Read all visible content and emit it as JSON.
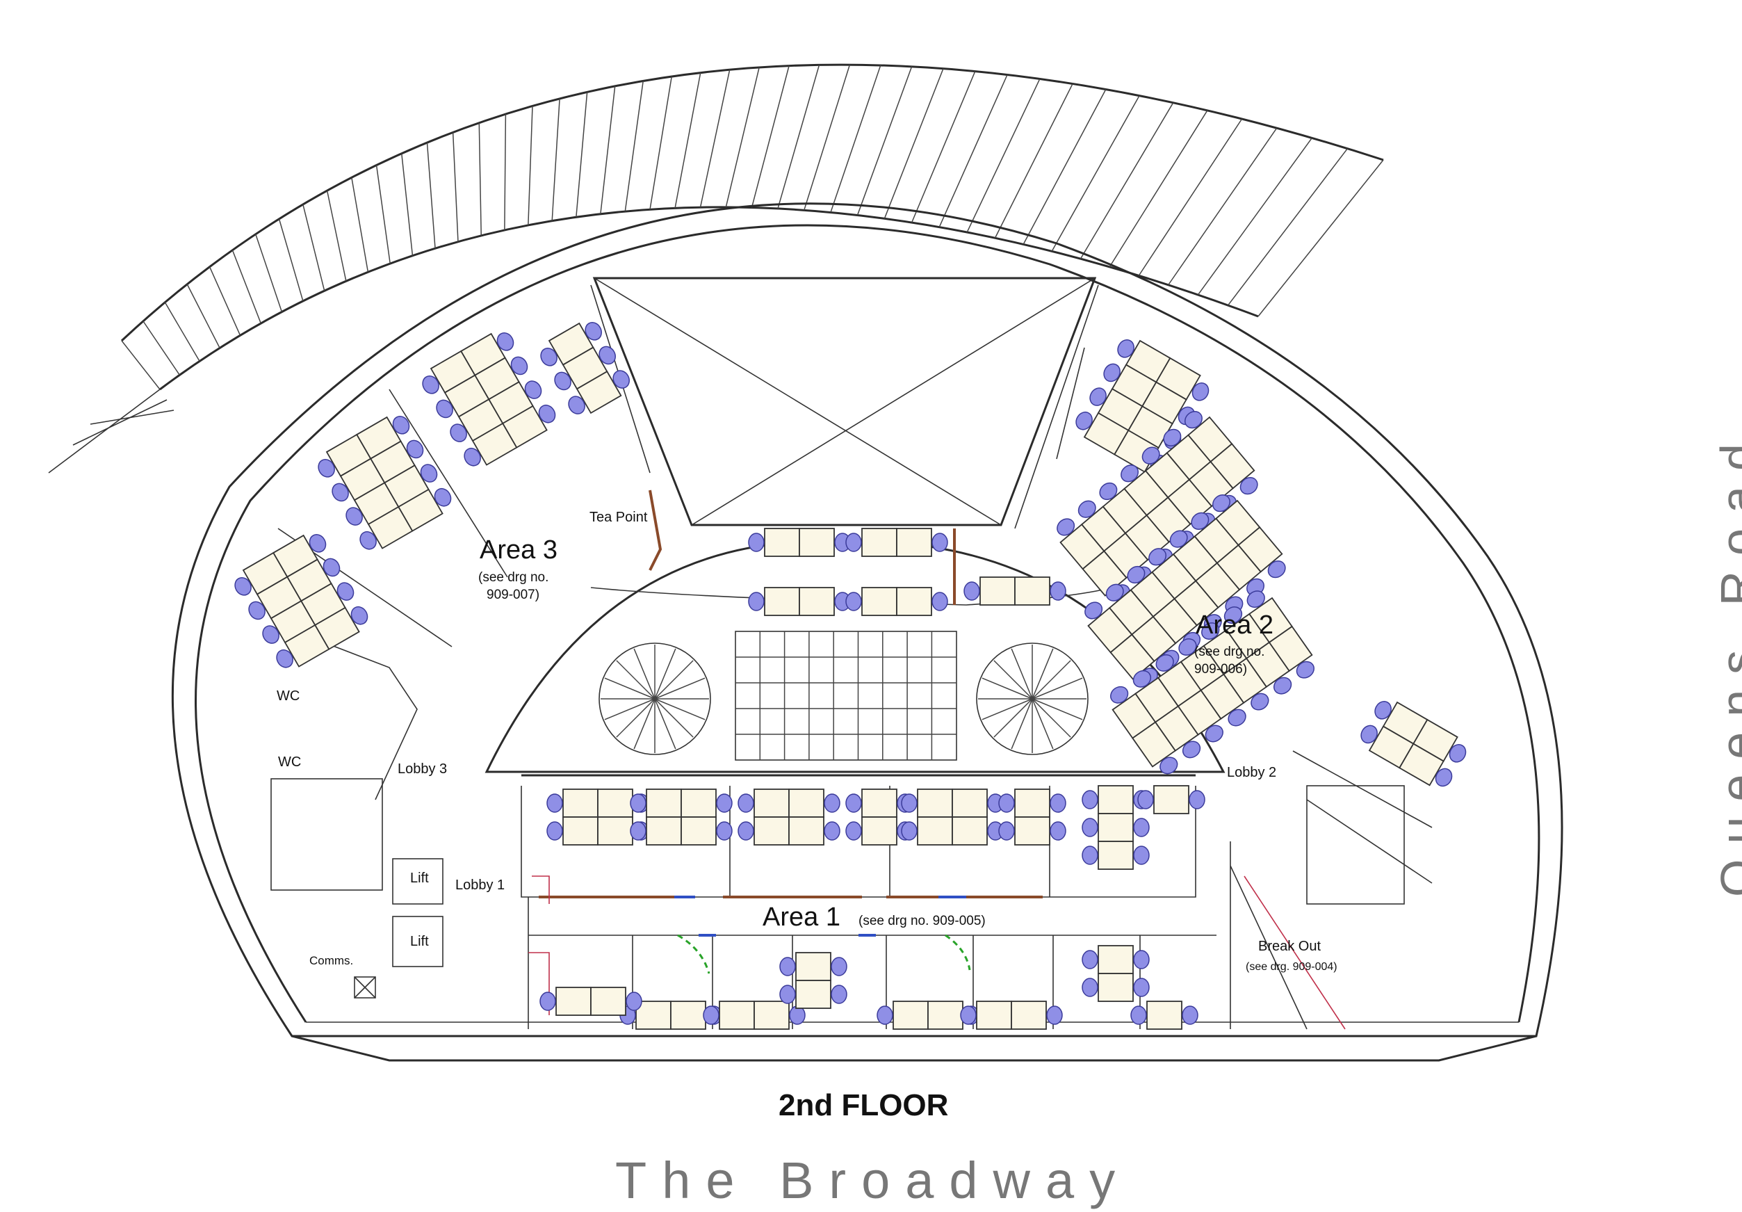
{
  "plan": {
    "floor_title": "2nd FLOOR",
    "street_bottom": "The Broadway",
    "street_right": "Queens Road"
  },
  "areas": {
    "area1": {
      "name": "Area 1",
      "ref": "(see drg no. 909-005)"
    },
    "area2": {
      "name": "Area 2",
      "ref_line1": "(see drg no.",
      "ref_line2": "909-006)"
    },
    "area3": {
      "name": "Area 3",
      "ref_line1": "(see drg no.",
      "ref_line2": "909-007)"
    },
    "break_out": {
      "name": "Break Out",
      "ref": "(see drg. 909-004)"
    }
  },
  "rooms": {
    "tea_point": "Tea Point",
    "lobby1": "Lobby 1",
    "lobby2": "Lobby 2",
    "lobby3": "Lobby 3",
    "wc1": "WC",
    "wc2": "WC",
    "lift1": "Lift",
    "lift2": "Lift",
    "comms": "Comms."
  },
  "colors": {
    "wall": "#2b2b2b",
    "desk_fill": "#fbf7e6",
    "chair": "#8f8fe6",
    "partition_brown": "#8a4a2a",
    "partition_blue": "#2f4fc4",
    "door_green": "#29a329",
    "markup_red": "#c0304a",
    "street_text": "#777777"
  }
}
